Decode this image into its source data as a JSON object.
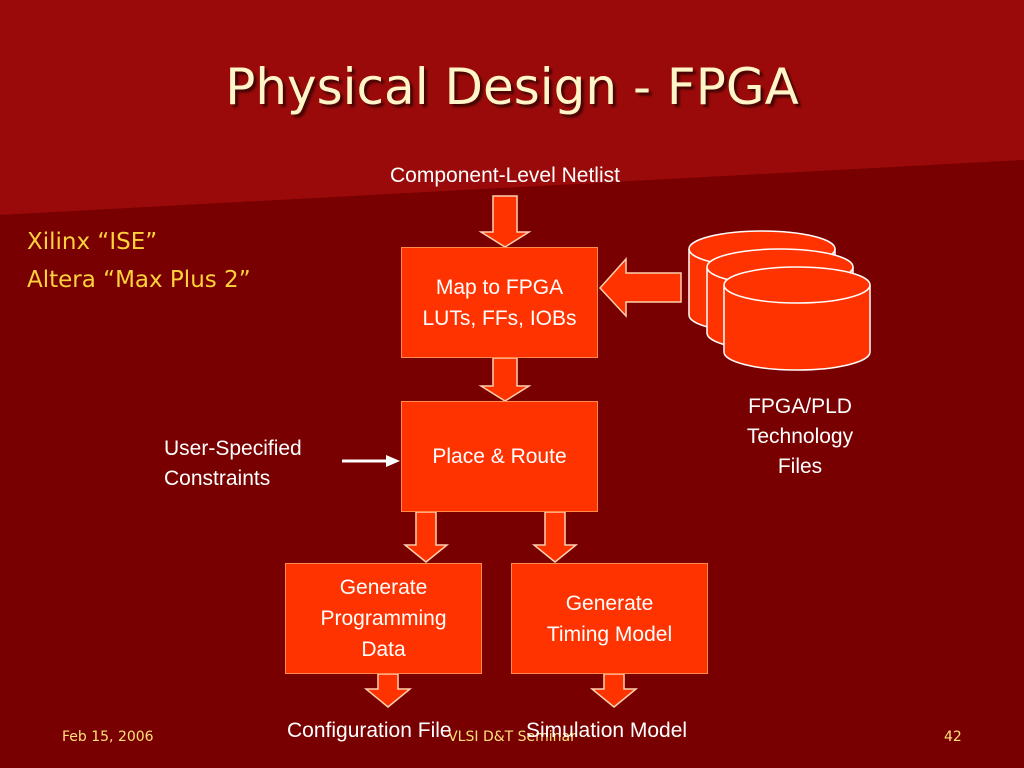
{
  "slide": {
    "title": "Physical Design - FPGA",
    "tools": [
      "Xilinx “ISE”",
      "Altera “Max Plus 2”"
    ]
  },
  "flow": {
    "input_label": "Component-Level Netlist",
    "map_box": [
      "Map to FPGA",
      "LUTs, FFs, IOBs"
    ],
    "place_route_box": "Place & Route",
    "constraints_label": [
      "User-Specified",
      "Constraints"
    ],
    "tech_files_label": [
      "FPGA/PLD",
      "Technology",
      "Files"
    ],
    "gen_prog_box": [
      "Generate",
      "Programming",
      "Data"
    ],
    "gen_timing_box": [
      "Generate",
      "Timing Model"
    ],
    "config_output": "Configuration File",
    "sim_output": "Simulation Model"
  },
  "footer": {
    "date": "Feb 15, 2006",
    "center": "VLSI D&T Seminar",
    "page": "42"
  },
  "colors": {
    "background": "#7a0000",
    "box_fill": "#ff3300",
    "title": "#fff5c8",
    "tool_text": "#ffd23c"
  }
}
